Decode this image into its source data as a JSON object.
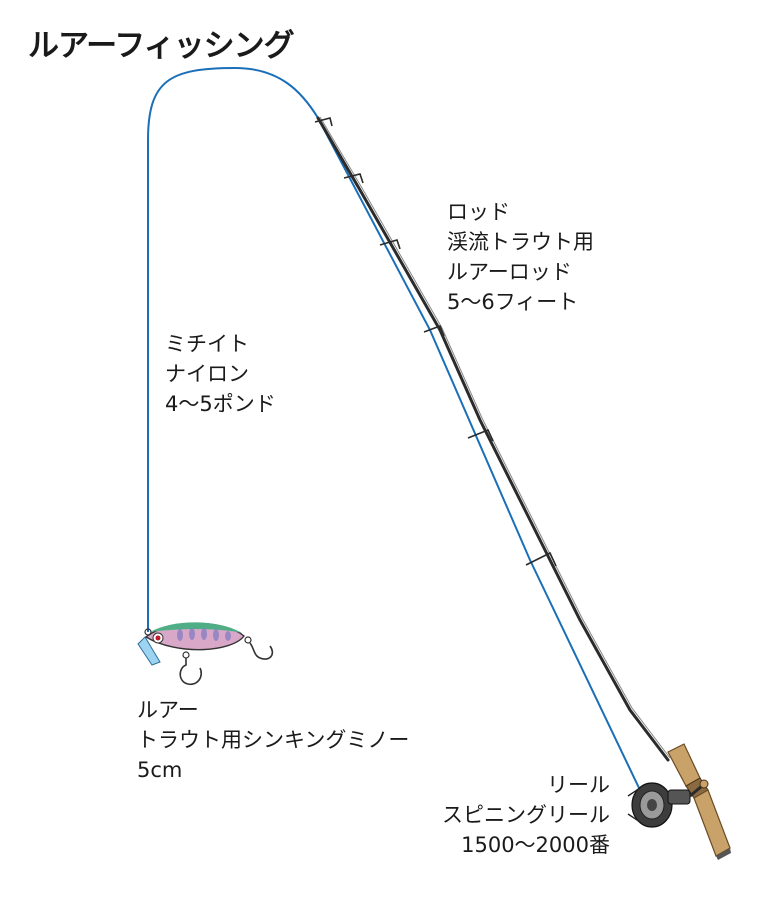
{
  "title": "ルアーフィッシング",
  "rod": {
    "lines": [
      "ロッド",
      "渓流トラウト用",
      "ルアーロッド",
      "5〜6フィート"
    ]
  },
  "line": {
    "lines": [
      "ミチイト",
      "ナイロン",
      "4〜5ポンド"
    ]
  },
  "lure": {
    "lines": [
      "ルアー",
      "トラウト用シンキングミノー",
      "5cm"
    ]
  },
  "reel": {
    "lines": [
      "リール",
      "スピニングリール",
      "1500〜2000番"
    ]
  },
  "colors": {
    "line": "#1a6fb8",
    "rod": "#2b2b2b",
    "cork": "#c9a26a",
    "lure_green": "#4fae85",
    "lure_pink": "#d9a8c8"
  }
}
